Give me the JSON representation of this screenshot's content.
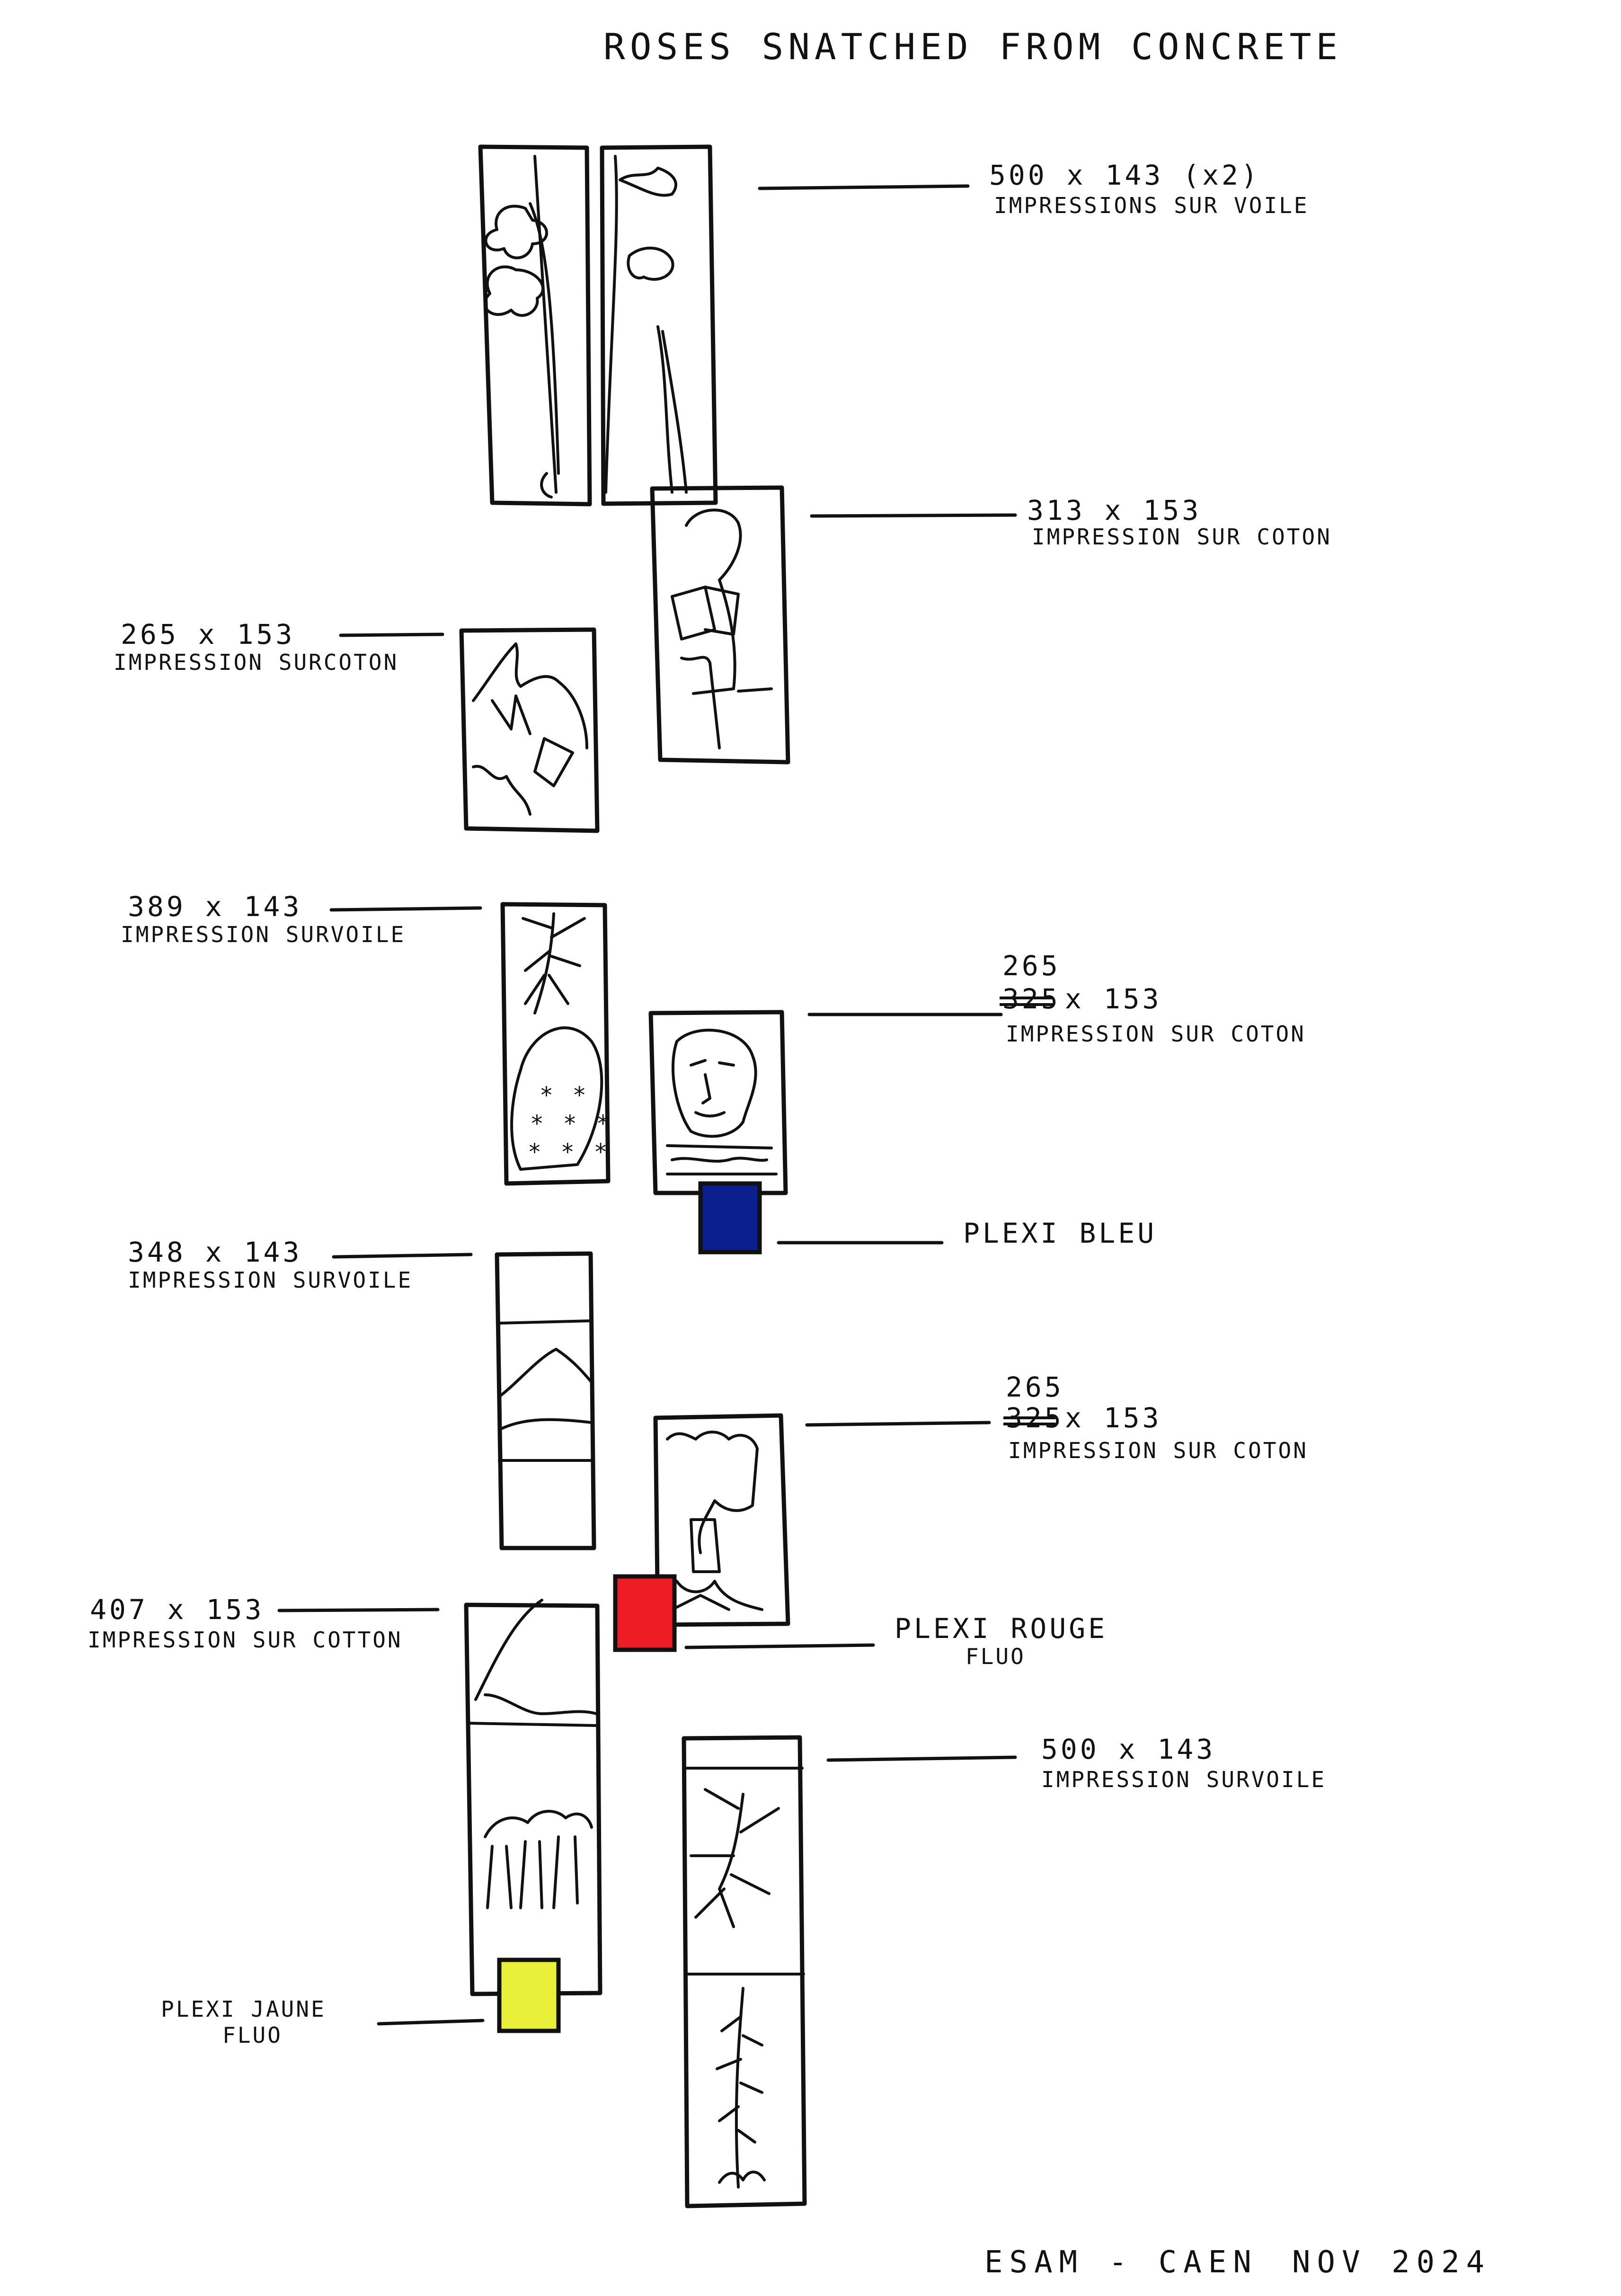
{
  "title": "ROSES SNATCHED FROM CONCRETE",
  "colors": {
    "ink": "#111111",
    "paper": "#ffffff",
    "plexi_blue": "#0b1f8f",
    "plexi_red": "#ee1c24",
    "plexi_yellow": "#e8f03a"
  },
  "annotations": [
    {
      "id": "a1",
      "dimension": "500 x 143 (x2)",
      "material": "IMPRESSIONS SUR VOILE"
    },
    {
      "id": "a2",
      "dimension": "313 x 153",
      "material": "IMPRESSION SUR COTON"
    },
    {
      "id": "a3",
      "dimension": "265 x 153",
      "material": "IMPRESSION SURCOTON"
    },
    {
      "id": "a4",
      "dimension": "389 x 143",
      "material": "IMPRESSION SURVOILE"
    },
    {
      "id": "a5",
      "dimension_top": "265",
      "dimension_struck": "325",
      "dimension_rest": "x 153",
      "material": "IMPRESSION SUR COTON"
    },
    {
      "id": "a6",
      "dimension": "348 x 143",
      "material": "IMPRESSION SURVOILE"
    },
    {
      "id": "a7",
      "dimension_top": "265",
      "dimension_struck": "325",
      "dimension_rest": "x 153",
      "material": "IMPRESSION SUR COTON"
    },
    {
      "id": "a8",
      "dimension": "407 x 153",
      "material": "IMPRESSION SUR COTTON"
    },
    {
      "id": "a9",
      "dimension": "500 x 143",
      "material": "IMPRESSION SURVOILE"
    }
  ],
  "plexi": [
    {
      "id": "blue",
      "label": "PLEXI BLEU",
      "label2": ""
    },
    {
      "id": "red",
      "label": "PLEXI ROUGE",
      "label2": "FLUO"
    },
    {
      "id": "yellow",
      "label": "PLEXI JAUNE",
      "label2": "FLUO"
    }
  ],
  "footer": {
    "left": "ESAM - CAEN",
    "right": "NOV 2024"
  }
}
